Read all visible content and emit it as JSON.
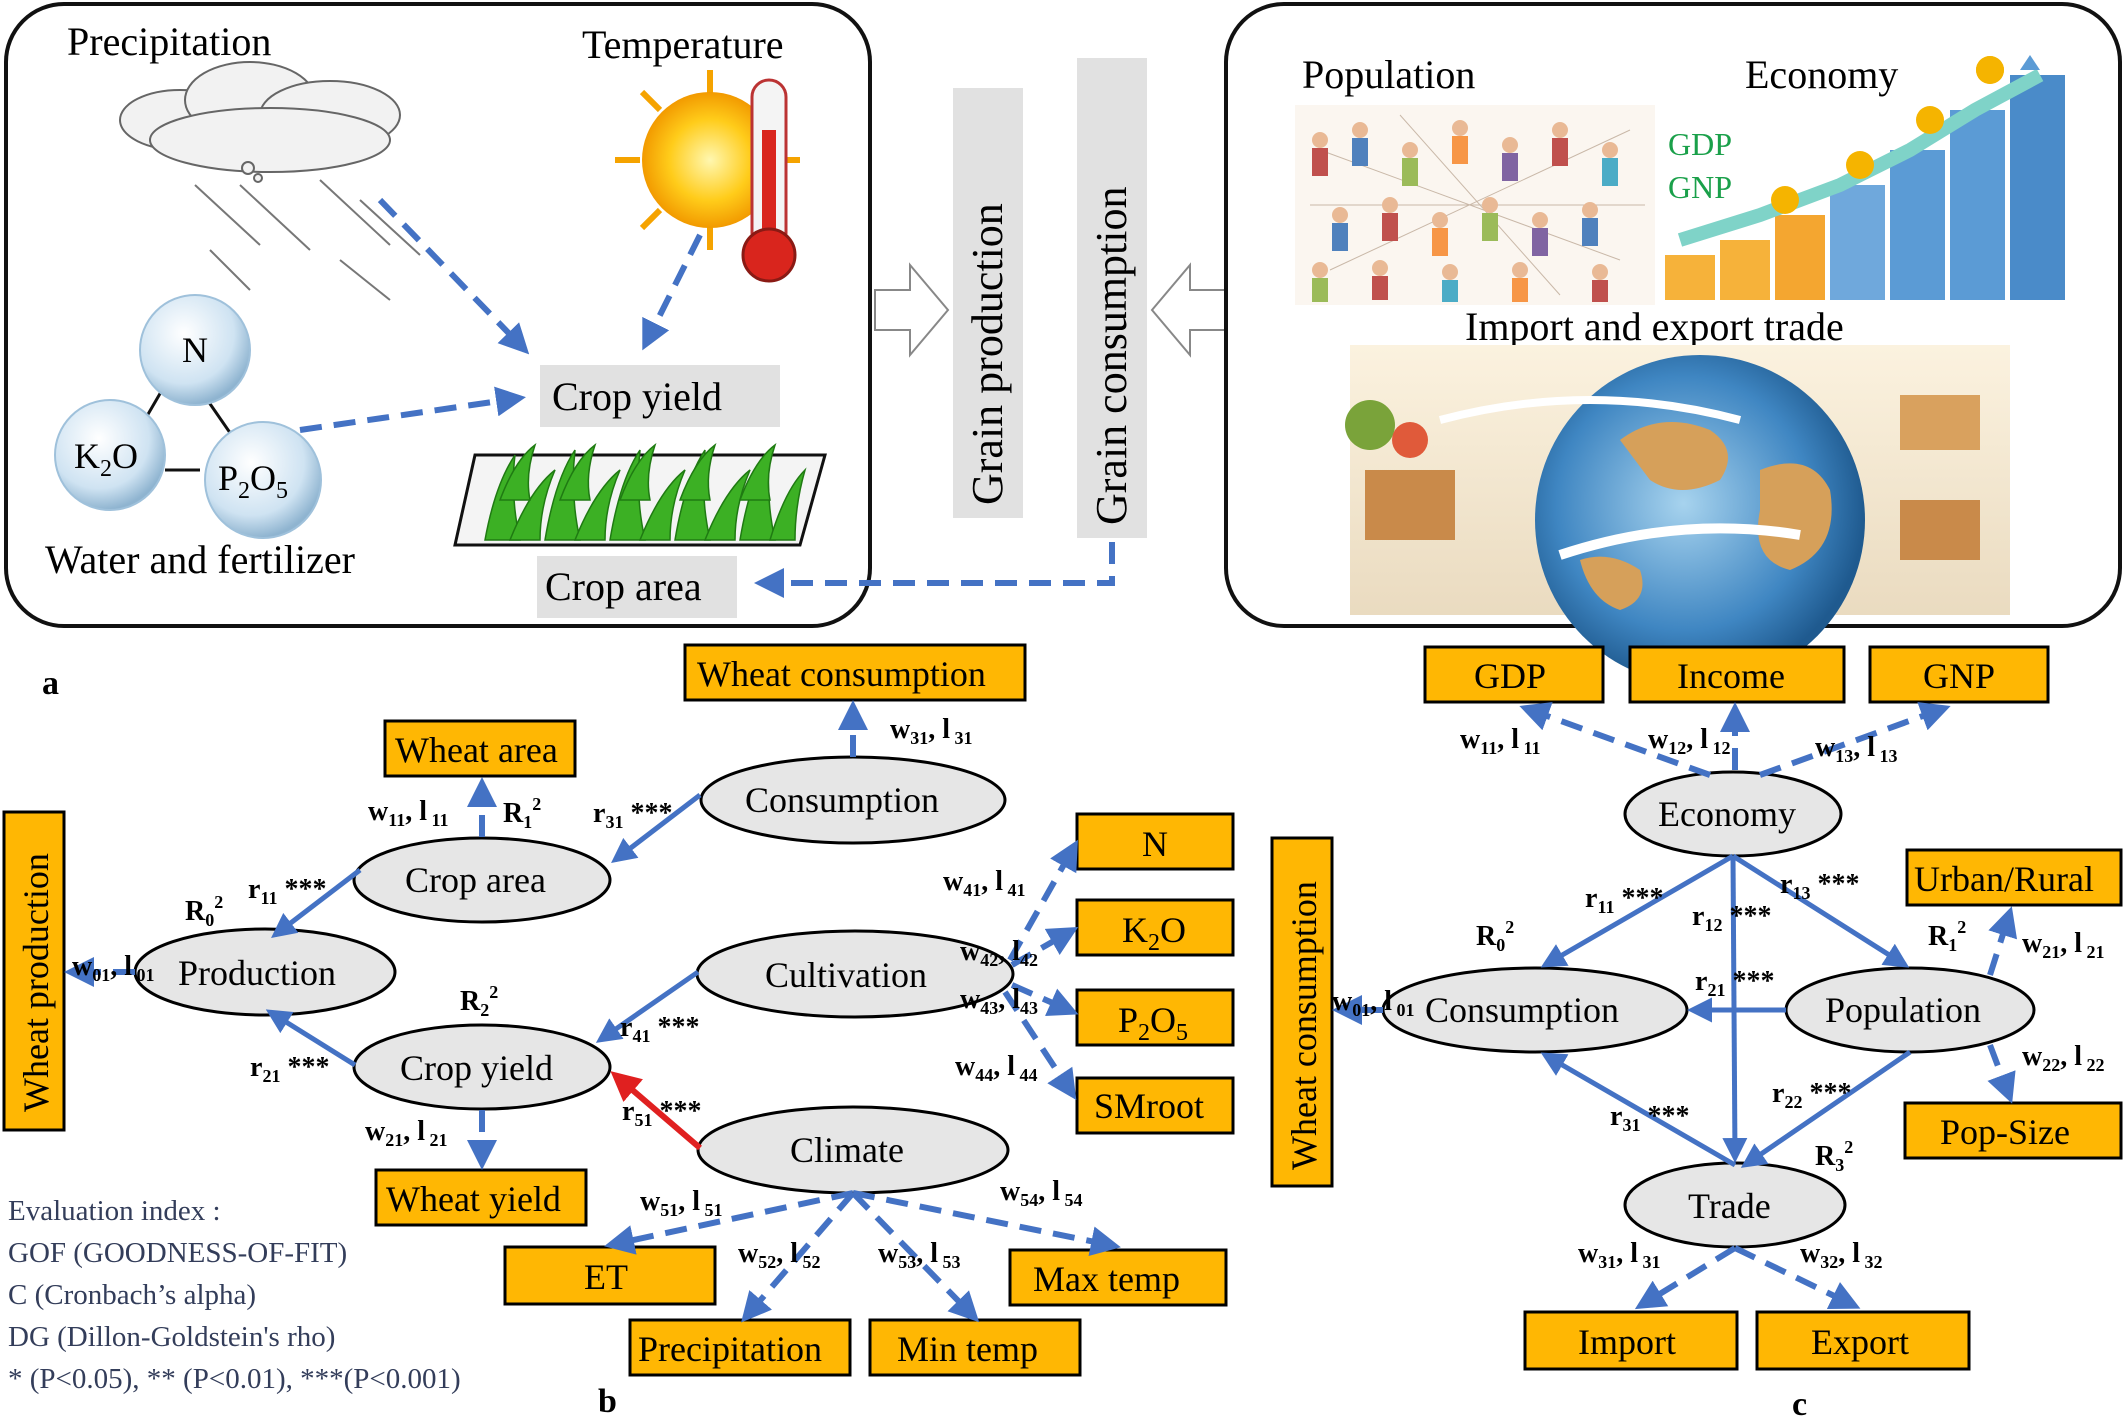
{
  "panel_a": {
    "left": {
      "precipitation": "Precipitation",
      "temperature": "Temperature",
      "n": "N",
      "k2o_main": "K",
      "k2o_sub": "2",
      "k2o_tail": "O",
      "p2o5_p": "P",
      "p2o5_2": "2",
      "p2o5_o": "O",
      "p2o5_5": "5",
      "water_fert": "Water and fertilizer",
      "crop_yield": "Crop yield",
      "crop_area": "Crop area"
    },
    "center": {
      "grain_production": "Grain production",
      "grain_consumption": "Grain consumption"
    },
    "right": {
      "population": "Population",
      "economy": "Economy",
      "gdp": "GDP",
      "gnp": "GNP",
      "trade": "Import and export trade"
    },
    "letter": "a"
  },
  "panel_b": {
    "letter": "b",
    "boxes": {
      "wheat_production": "Wheat production",
      "wheat_area": "Wheat area",
      "wheat_consumption": "Wheat consumption",
      "wheat_yield": "Wheat yield",
      "n": "N",
      "k2o": "K2O",
      "p2o5": "P2O5",
      "smroot": "SMroot",
      "et": "ET",
      "precipitation": "Precipitation",
      "min_temp": "Min temp",
      "max_temp": "Max temp"
    },
    "ellipses": {
      "production": "Production",
      "crop_area": "Crop area",
      "consumption": "Consumption",
      "crop_yield": "Crop yield",
      "cultivation": "Cultivation",
      "climate": "Climate"
    },
    "labels": {
      "w01": "w01, l 01",
      "r0": "R02",
      "r11": "r11 ***",
      "w11": "w11, l 11",
      "R1": "R12",
      "r31": "r31 ***",
      "w31": "w31, l 31",
      "r21": "r21 ***",
      "R2": "R22",
      "w21": "w21, l 21",
      "r41": "r41 ***",
      "r51": "r51 ***",
      "w41": "w41, l 41",
      "w42": "w42, l 42",
      "w43": "w43, l 43",
      "w44": "w44, l 44",
      "w51": "w51, l 51",
      "w52": "w52, l 52",
      "w53": "w53, l 53",
      "w54": "w54, l 54"
    },
    "evaluation": [
      "Evaluation index :",
      "GOF (GOODNESS-OF-FIT)",
      "C (Cronbach’s alpha)",
      "DG (Dillon-Goldstein's rho)",
      "* (P<0.05), ** (P<0.01), ***(P<0.001)"
    ]
  },
  "panel_c": {
    "letter": "c",
    "boxes": {
      "gdp": "GDP",
      "income": "Income",
      "gnp": "GNP",
      "wheat_consumption": "Wheat consumption",
      "urban_rural": "Urban/Rural",
      "pop_size": "Pop-Size",
      "import": "Import",
      "export": "Export"
    },
    "ellipses": {
      "economy": "Economy",
      "consumption": "Consumption",
      "population": "Population",
      "trade": "Trade"
    }
  },
  "colors": {
    "box_fill": "#ffb703",
    "ellipse_fill": "#e6e6e6",
    "arrow_blue": "#4472c4",
    "arrow_red": "#e02020",
    "gdp_green": "#1aa04a"
  }
}
